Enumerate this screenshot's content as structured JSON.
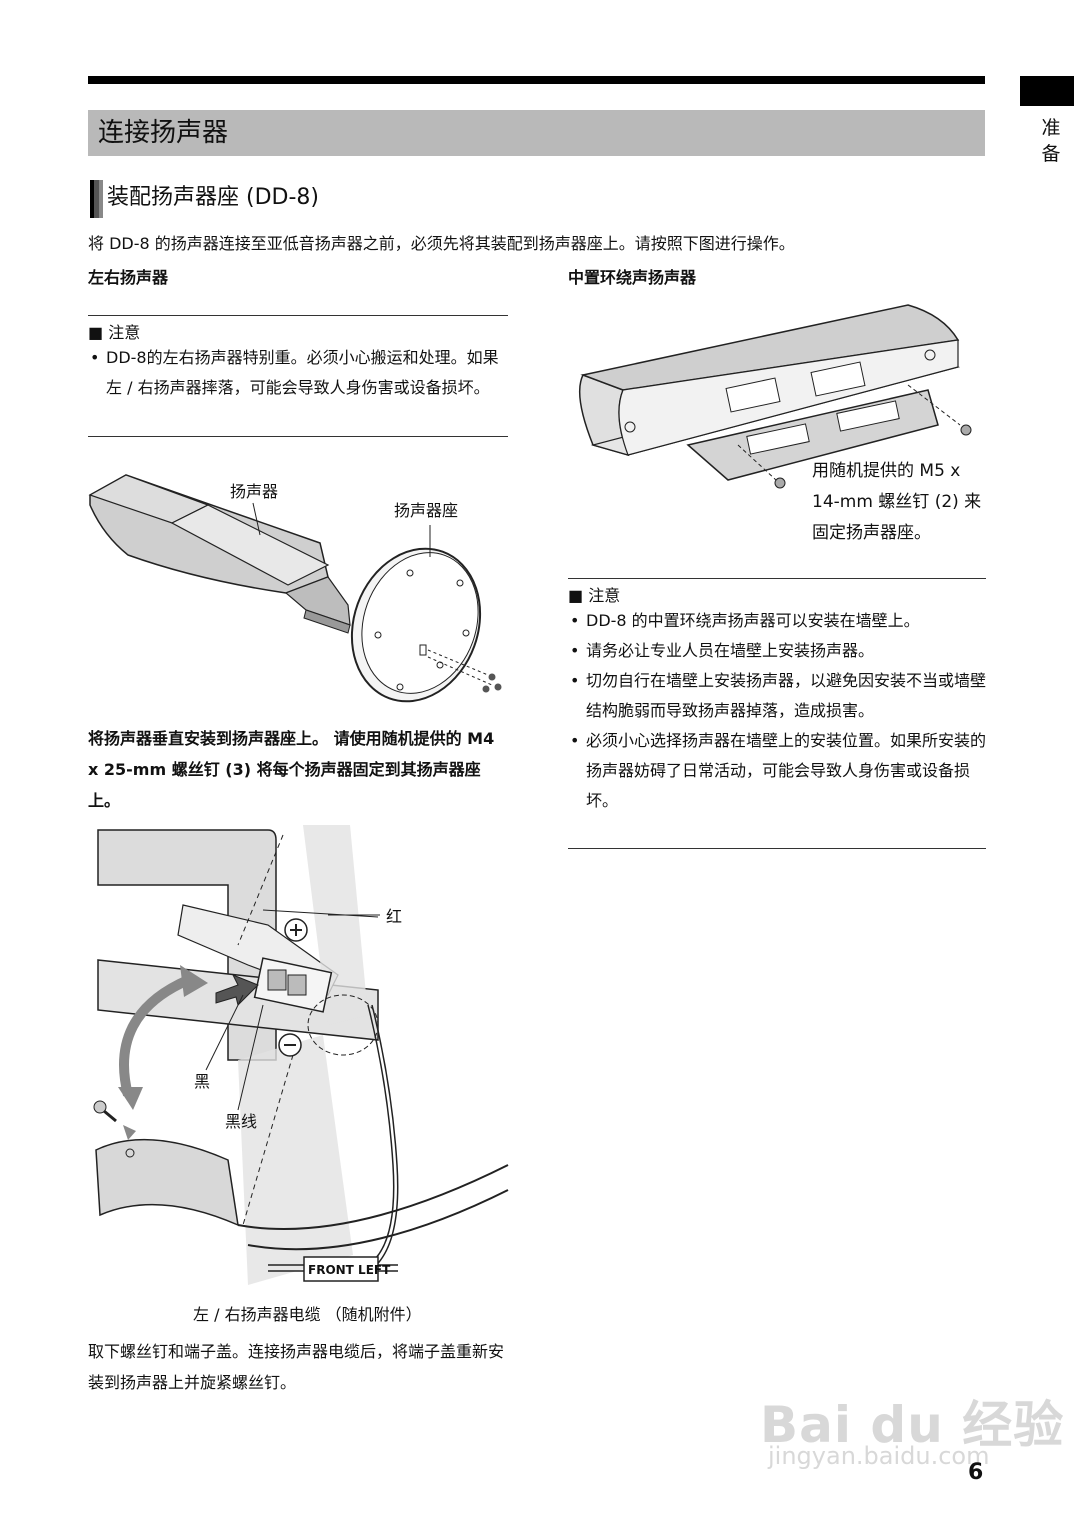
{
  "side_tab": {
    "label": "准\n备"
  },
  "section": {
    "title": "连接扬声器"
  },
  "subsection": {
    "title": "装配扬声器座 (DD-8)"
  },
  "intro": "将 DD-8 的扬声器连接至亚低音扬声器之前，必须先将其装配到扬声器座上。请按照下图进行操作。",
  "left": {
    "heading": "左右扬声器",
    "note": {
      "title": "■ 注意",
      "items": [
        "DD-8的左右扬声器特别重。必须小心搬运和处理。如果左 / 右扬声器摔落，可能会导致人身伤害或设备损坏。"
      ]
    },
    "fig1": {
      "label_speaker": "扬声器",
      "label_stand": "扬声器座"
    },
    "instruction": "将扬声器垂直安装到扬声器座上。 请使用随机提供的 M4 x 25-mm 螺丝钉 (3) 将每个扬声器固定到其扬声器座上。",
    "fig2": {
      "label_red": "红",
      "label_black": "黑",
      "label_black_wire": "黑线",
      "cable_tag": "FRONT LEFT",
      "plus": "+",
      "minus": "−",
      "caption": "左 / 右扬声器电缆 （随机附件）"
    },
    "final_text": "取下螺丝钉和端子盖。连接扬声器电缆后，将端子盖重新安装到扬声器上并旋紧螺丝钉。"
  },
  "right": {
    "heading": "中置环绕声扬声器",
    "fig_caption": "用随机提供的 M5 x 14-mm 螺丝钉 (2) 来固定扬声器座。",
    "note": {
      "title": "■ 注意",
      "items": [
        "DD-8 的中置环绕声扬声器可以安装在墙壁上。",
        "请务必让专业人员在墙壁上安装扬声器。",
        "切勿自行在墙壁上安装扬声器，以避免因安装不当或墙壁结构脆弱而导致扬声器掉落，造成损害。",
        "必须小心选择扬声器在墙壁上的安装位置。如果所安装的扬声器妨碍了日常活动，可能会导致人身伤害或设备损坏。"
      ]
    }
  },
  "page_number": "6",
  "watermark": {
    "main": "Bai du 经验",
    "sub": "jingyan.baidu.com"
  }
}
